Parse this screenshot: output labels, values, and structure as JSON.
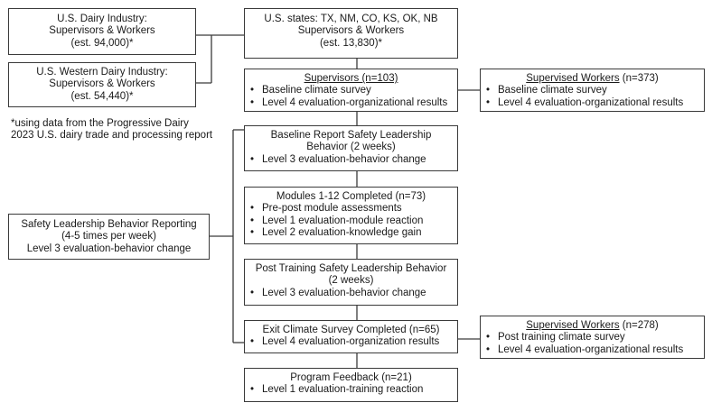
{
  "boxes": {
    "us_dairy": [
      "U.S. Dairy Industry:",
      "Supervisors & Workers",
      "(est. 94,000)*"
    ],
    "us_western": [
      "U.S. Western Dairy Industry:",
      "Supervisors & Workers",
      "(est. 54,440)*"
    ],
    "states": [
      "U.S. states: TX, NM, CO, KS, OK, NB",
      "Supervisors & Workers",
      "(est. 13,830)*"
    ],
    "supervisors": {
      "title": "Supervisors (n=103)",
      "items": [
        "Baseline climate survey",
        "Level 4 evaluation-organizational results"
      ]
    },
    "supervised_workers_1": {
      "title_underlined": "Supervised Workers",
      "title_rest": " (n=373)",
      "items": [
        "Baseline climate survey",
        "Level 4 evaluation-organizational results"
      ]
    },
    "baseline_report": {
      "title": [
        "Baseline Report Safety Leadership",
        "Behavior (2 weeks)"
      ],
      "items": [
        "Level 3 evaluation-behavior change"
      ]
    },
    "modules": {
      "title": "Modules 1-12 Completed (n=73)",
      "items": [
        "Pre-post module assessments",
        "Level 1 evaluation-module reaction",
        "Level 2 evaluation-knowledge gain"
      ]
    },
    "post_training": {
      "title": [
        "Post Training Safety Leadership Behavior",
        "(2 weeks)"
      ],
      "items": [
        "Level 3 evaluation-behavior change"
      ]
    },
    "exit_survey": {
      "title": "Exit Climate Survey Completed (n=65)",
      "items": [
        "Level 4 evaluation-organization results"
      ]
    },
    "supervised_workers_2": {
      "title_underlined": "Supervised Workers",
      "title_rest": " (n=278)",
      "items": [
        "Post training climate survey",
        "Level 4 evaluation-organizational results"
      ]
    },
    "program_feedback": {
      "title": "Program Feedback (n=21)",
      "items": [
        "Level 1 evaluation-training reaction"
      ]
    },
    "reporting": [
      "Safety Leadership Behavior Reporting",
      "(4-5 times per week)",
      "Level 3 evaluation-behavior change"
    ]
  },
  "footnote": [
    "*using data from the Progressive Dairy",
    "2023 U.S. dairy trade and processing report"
  ]
}
